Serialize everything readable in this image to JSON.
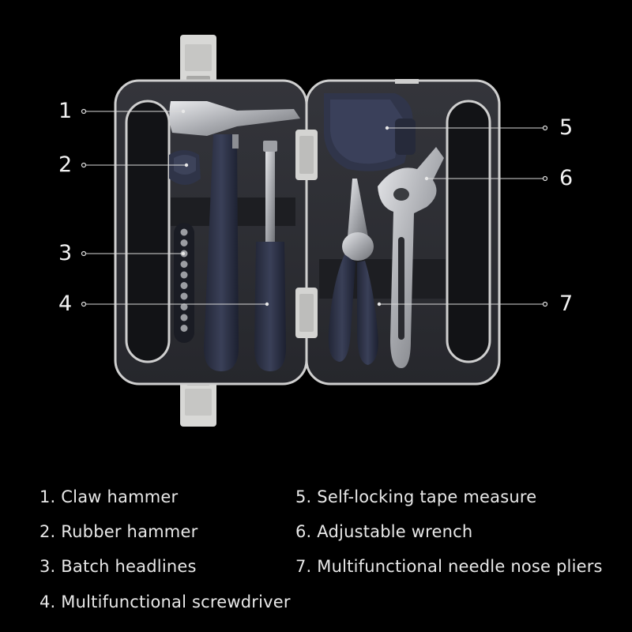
{
  "callouts": {
    "n1": "1",
    "n2": "2",
    "n3": "3",
    "n4": "4",
    "n5": "5",
    "n6": "6",
    "n7": "7"
  },
  "legend": {
    "item1": "1. Claw hammer",
    "item2": "2. Rubber hammer",
    "item3": "3. Batch headlines",
    "item4": "4. Multifunctional screwdriver",
    "item5": "5. Self-locking tape measure",
    "item6": "6. Adjustable wrench",
    "item7": "7. Multifunctional needle nose pliers"
  },
  "colors": {
    "background": "#000000",
    "case_shell": "#2e2f34",
    "case_rim": "#cfcfcf",
    "tool_navy": "#2b3045",
    "steel": "#c4c6ca"
  }
}
